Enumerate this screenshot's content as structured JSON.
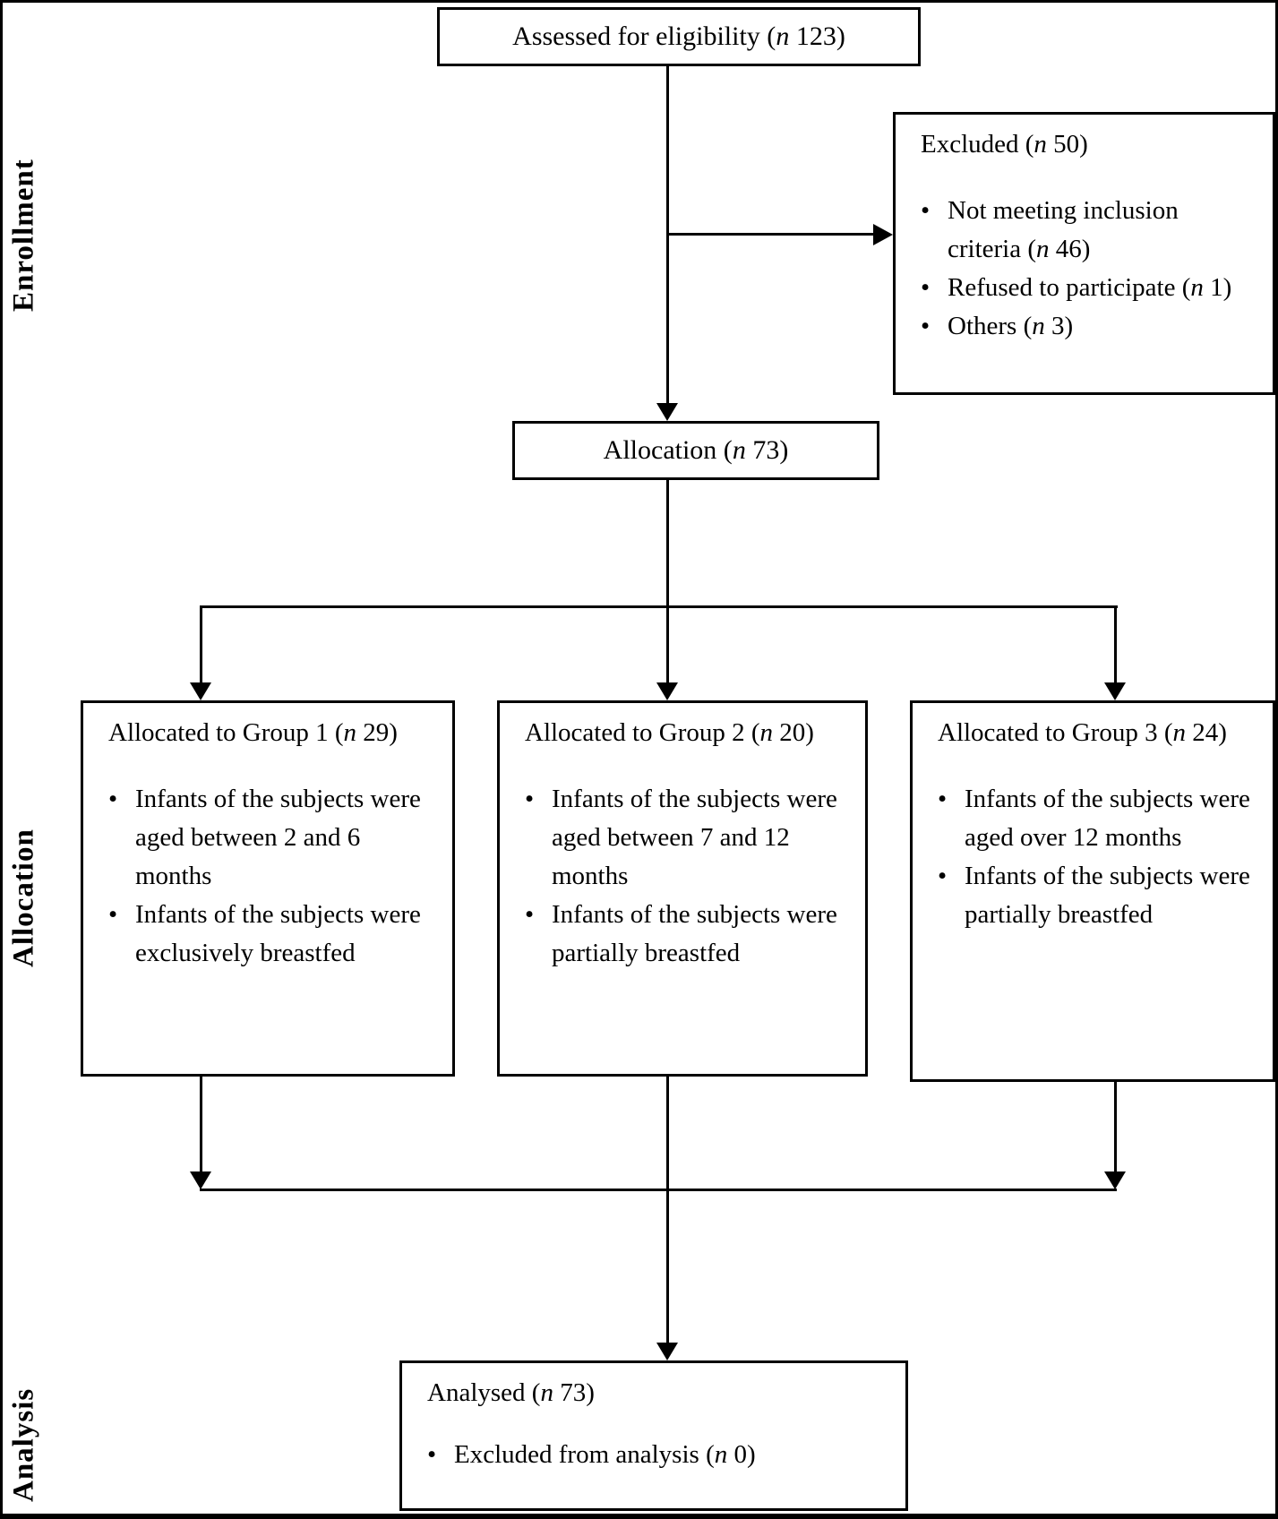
{
  "figure": {
    "bullet_glyph": "•",
    "colors": {
      "line": "#000000",
      "background": "#ffffff",
      "text": "#000000"
    },
    "side_labels": {
      "enrollment": "Enrollment",
      "allocation": "Allocation",
      "analysis": "Analysis"
    },
    "boxes": {
      "assessed": {
        "pre": "Assessed for eligibility (",
        "n": "n",
        "post": " 123)"
      },
      "excluded": {
        "title": {
          "pre": "Excluded (",
          "n": "n",
          "post": " 50)"
        },
        "bullets": [
          {
            "pre": "Not meeting inclusion criteria (",
            "n": "n",
            "post": " 46)"
          },
          {
            "pre": "Refused to participate (",
            "n": "n",
            "post": " 1)"
          },
          {
            "pre": "Others (",
            "n": "n",
            "post": " 3)"
          }
        ]
      },
      "allocation": {
        "pre": "Allocation (",
        "n": "n",
        "post": " 73)"
      },
      "group1": {
        "title": {
          "pre": "Allocated to Group 1 (",
          "n": "n",
          "post": " 29)"
        },
        "bullets": [
          {
            "pre": "Infants of the subjects were aged between 2 and 6 months",
            "n": "",
            "post": ""
          },
          {
            "pre": "Infants of the subjects were exclusively breastfed",
            "n": "",
            "post": ""
          }
        ]
      },
      "group2": {
        "title": {
          "pre": "Allocated to Group 2 (",
          "n": "n",
          "post": " 20)"
        },
        "bullets": [
          {
            "pre": "Infants of the subjects were aged between 7 and 12 months",
            "n": "",
            "post": ""
          },
          {
            "pre": "Infants of the subjects were partially breastfed",
            "n": "",
            "post": ""
          }
        ]
      },
      "group3": {
        "title": {
          "pre": "Allocated to Group 3 (",
          "n": "n",
          "post": " 24)"
        },
        "bullets": [
          {
            "pre": "Infants of the subjects were aged over 12 months",
            "n": "",
            "post": ""
          },
          {
            "pre": "Infants of the subjects were partially breastfed",
            "n": "",
            "post": ""
          }
        ]
      },
      "analysed": {
        "title": {
          "pre": "Analysed (",
          "n": "n",
          "post": " 73)"
        },
        "bullets": [
          {
            "pre": "Excluded from analysis (",
            "n": "n",
            "post": " 0)"
          }
        ]
      }
    }
  }
}
